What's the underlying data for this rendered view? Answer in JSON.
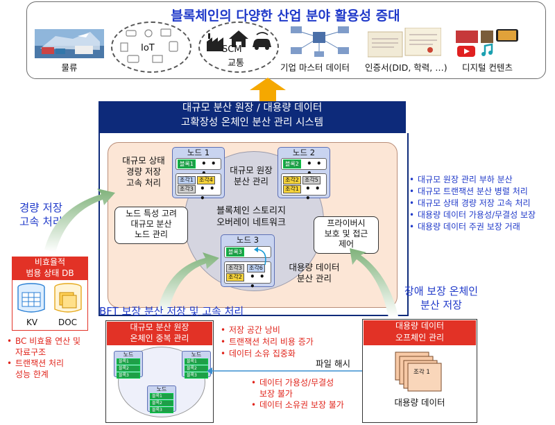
{
  "top": {
    "title": "블록체인의 다양한 산업 분야 활용성 증대",
    "logistics": "물류",
    "iot": "IoT",
    "scm": "SCM",
    "traffic": "교통",
    "master_data": "기업 마스터 데이터",
    "certificate": "인증서(DID, 학력, …)",
    "digital": "디지털 컨텐츠"
  },
  "system": {
    "header_line1": "대규모 분산 원장 / 대용량 데이터",
    "header_line2": "고확장성 온체인 분산 관리 시스템",
    "state_proc": [
      "대규모 상태",
      "경량 저장",
      "고속 처리"
    ],
    "ledger_dist": [
      "대규모 원장",
      "분산 관리"
    ],
    "node_mgmt": [
      "노드 특성 고려",
      "대규모 분산",
      "노드 관리"
    ],
    "overlay": [
      "블록체인 스토리지",
      "오버레이 네트워크"
    ],
    "privacy": [
      "프라이버시",
      "보호 및 접근",
      "제어"
    ],
    "bigdata_dist": [
      "대용량 데이터",
      "분산 관리"
    ]
  },
  "nodes": {
    "node1": {
      "title": "노드 1",
      "block": "블록1",
      "frags": [
        "조각1",
        "조각4",
        "조각3"
      ]
    },
    "node2": {
      "title": "노드 2",
      "block": "블록2",
      "frags": [
        "조각2",
        "조각5",
        "조각1"
      ]
    },
    "node3": {
      "title": "노드 3",
      "block": "블록3",
      "frags": [
        "조각3",
        "조각6",
        "조각2"
      ]
    },
    "dots": "• • •"
  },
  "right_bullets": [
    "대규모 원장 관리 부하 분산",
    "대규모 트랜잭션 분산 병렬 처리",
    "대규모 상태 경량 저장 고속 처리",
    "대용량 데이터 가용성/무결성 보장",
    "대용량 데이터 주권 보장 거래"
  ],
  "labels": {
    "lightweight": [
      "경량 저장",
      "고속 처리"
    ],
    "bft": "BFT 보장 분산 저장 및 고속 처리",
    "fault_tolerant": [
      "장애 보장 온체인",
      "분산 저장"
    ],
    "file_hash": "파일 해시",
    "bigdata": "대용량 데이터"
  },
  "db": {
    "header": [
      "비효율적",
      "범용 상태 DB"
    ],
    "kv": "KV",
    "doc": "DOC",
    "bullets": [
      [
        "BC 비효율 연산 및",
        "자료구조"
      ],
      [
        "트랜잭션 처리",
        "성능 한계"
      ]
    ]
  },
  "bottom_left": {
    "header": [
      "대규모 분산 원장",
      "온체인 중복 관리"
    ],
    "node_label": "노드",
    "blocks": [
      "블록1",
      "블록2",
      "블록3"
    ]
  },
  "mid_bullets": [
    "저장 공간 낭비",
    "트랜잭션 처리 비용 증가",
    "데이터 소유 집중화"
  ],
  "bottom_right": {
    "header": [
      "대용량 데이터",
      "오프체인 관리"
    ],
    "doc_label": "조각 1"
  },
  "lower_bullets": [
    [
      "데이터 가용성/무결성",
      "보장 불가"
    ],
    [
      "데이터 소유권 보장 불가"
    ]
  ],
  "colors": {
    "navy": "#0d2a7a",
    "red": "#e23226",
    "blue_text": "#1f39c9",
    "peach": "#fce6d6",
    "arrow_yellow": "#f5a800",
    "block_green": "#1f9e48"
  }
}
